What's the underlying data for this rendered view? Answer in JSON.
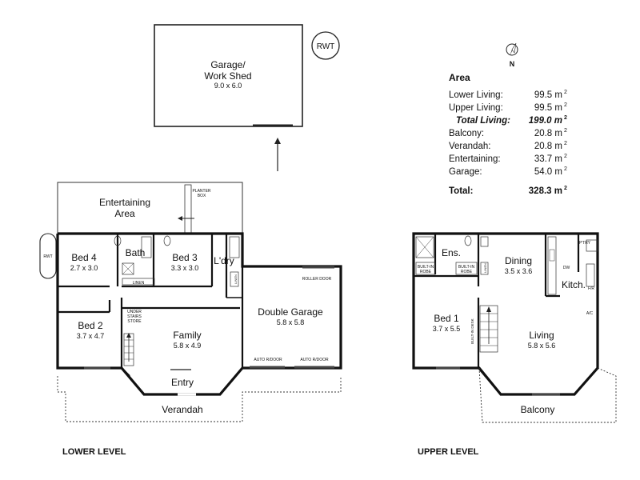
{
  "rwt_label": "RWT",
  "north_label": "N",
  "garage_shed": {
    "name": "Garage/",
    "name2": "Work Shed",
    "dim": "9.0 x 6.0"
  },
  "lower": {
    "level_label": "LOWER LEVEL",
    "planter": [
      "PLANTER",
      "BOX"
    ],
    "entertaining": {
      "name": "Entertaining",
      "name2": "Area"
    },
    "bed4": {
      "name": "Bed 4",
      "dim": "2.7 x 3.0"
    },
    "bath": {
      "name": "Bath"
    },
    "bed3": {
      "name": "Bed 3",
      "dim": "3.3 x 3.0"
    },
    "ldry": {
      "name": "L'dry"
    },
    "linen": "LINEN",
    "linen2": "LINEN",
    "under_stairs": [
      "UNDER",
      "STAIRS",
      "STORE"
    ],
    "bed2": {
      "name": "Bed 2",
      "dim": "3.7 x 4.7"
    },
    "family": {
      "name": "Family",
      "dim": "5.8 x 4.9"
    },
    "double_garage": {
      "name": "Double Garage",
      "dim": "5.8 x 5.8"
    },
    "roller_door": "ROLLER DOOR",
    "auto_door_1": "AUTO R/DOOR",
    "auto_door_2": "AUTO R/DOOR",
    "entry": "Entry",
    "verandah": "Verandah"
  },
  "upper": {
    "level_label": "UPPER LEVEL",
    "ens": "Ens.",
    "built_in_robe_1": [
      "BUILT-IN",
      "ROBE"
    ],
    "built_in_robe_2": [
      "BUILT-IN",
      "ROBE"
    ],
    "linen": "LINEN",
    "dining": {
      "name": "Dining",
      "dim": "3.5 x 3.6"
    },
    "pantry": "P'TRY",
    "kitch": "Kitch.",
    "dw": "DW",
    "fr": "F/R",
    "ac": "A/C",
    "bed1": {
      "name": "Bed 1",
      "dim": "3.7 x 5.5"
    },
    "built_in_desk": "BUILT-IN DESK",
    "living": {
      "name": "Living",
      "dim": "5.8 x 5.6"
    },
    "balcony": "Balcony"
  },
  "area_table": {
    "title": "Area",
    "unit": "m",
    "rows": [
      {
        "label": "Lower Living:",
        "value": "99.5"
      },
      {
        "label": "Upper Living:",
        "value": "99.5"
      },
      {
        "label": "Total Living:",
        "value": "199.0"
      },
      {
        "label": "Balcony:",
        "value": "20.8"
      },
      {
        "label": "Verandah:",
        "value": "20.8"
      },
      {
        "label": "Entertaining:",
        "value": "33.7"
      },
      {
        "label": "Garage:",
        "value": "54.0"
      }
    ],
    "total": {
      "label": "Total:",
      "value": "328.3"
    }
  }
}
